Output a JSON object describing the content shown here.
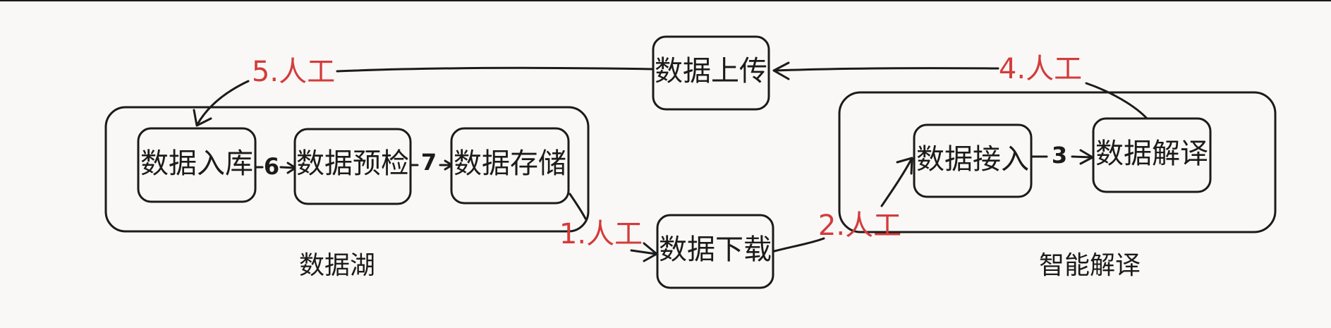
{
  "nodes": {
    "ingest": "数据入库",
    "precheck": "数据预检",
    "storage": "数据存储",
    "upload": "数据上传",
    "download": "数据下载",
    "access": "数据接入",
    "interpret": "数据解译"
  },
  "groups": {
    "lake": "数据湖",
    "smart": "智能解译"
  },
  "edges": {
    "e1": "1.人工",
    "e2": "2.人工",
    "e3": "3",
    "e4": "4.人工",
    "e5": "5.人工",
    "e6": "6",
    "e7": "7"
  },
  "colors": {
    "stroke": "#1b1b1b",
    "manual_label": "#d43b3b",
    "background": "#faf8f6"
  }
}
